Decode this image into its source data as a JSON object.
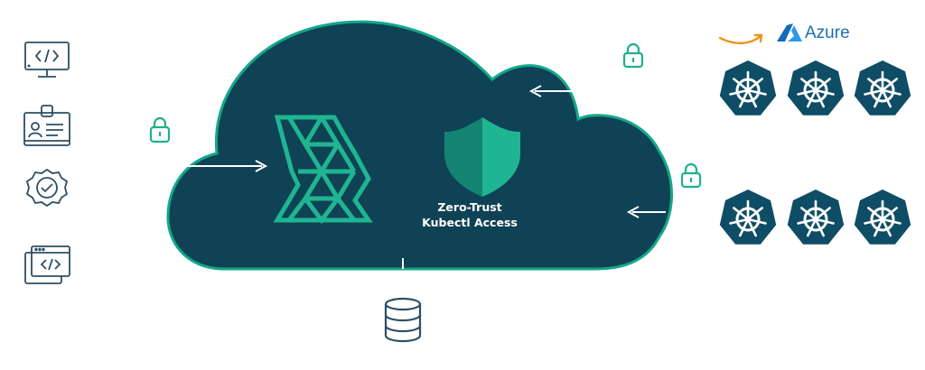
{
  "diagram": {
    "center_label_line1": "Zero-Trust",
    "center_label_line2": "Kubectl Access",
    "cloud_providers": {
      "amazon_icon": "amazon-smile-arrow",
      "azure_icon": "azure-logo",
      "azure_label": "Azure"
    },
    "client_icons": [
      "code-monitor-icon",
      "id-badge-icon",
      "verified-badge-icon",
      "code-window-icon"
    ],
    "kubernetes_clusters": 6,
    "database_icon": "database-icon",
    "lock_icon": "padlock-icon",
    "colors": {
      "cloud_fill": "#0f4254",
      "cloud_border": "#13a88a",
      "accent": "#1fb592",
      "k8s_node": "#0f4d66",
      "icon_stroke": "#2c4e64",
      "lock": "#1db18e"
    }
  }
}
